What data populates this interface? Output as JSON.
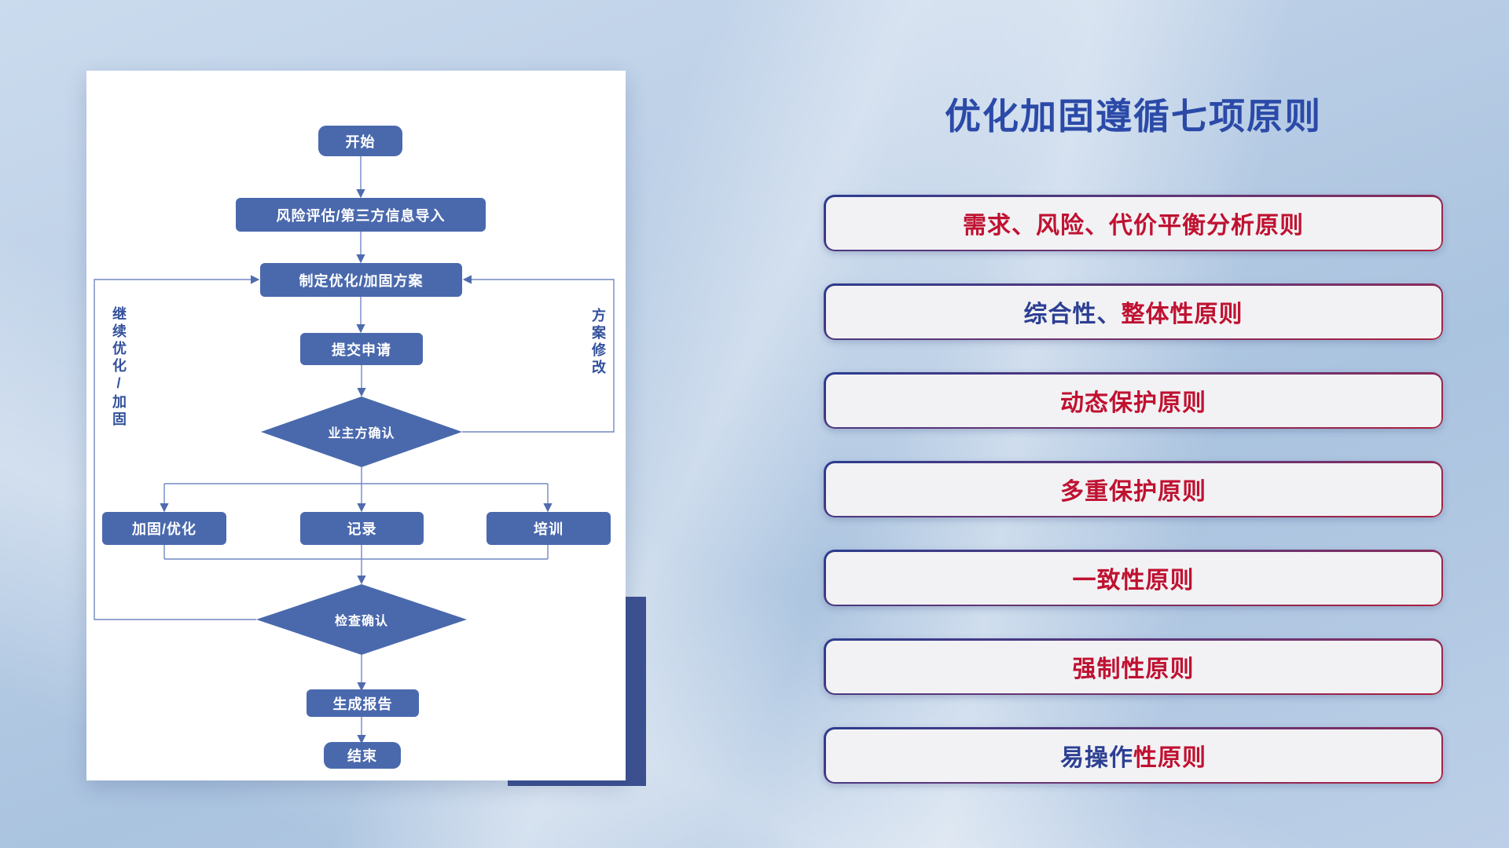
{
  "slide": {
    "title": "优化加固遵循七项原则"
  },
  "flowchart": {
    "start": "开始",
    "risk_import": "风险评估/第三方信息导入",
    "make_plan": "制定优化/加固方案",
    "submit": "提交申请",
    "owner_confirm": "业主方确认",
    "reinforce": "加固/优化",
    "record": "记录",
    "training": "培训",
    "check_confirm": "检查确认",
    "report": "生成报告",
    "end": "结束",
    "loop_left_label": "继续优化/加固",
    "loop_right_label": "方案修改"
  },
  "principles": {
    "p1": {
      "a": "需求、风险、代价平衡分析原则",
      "a_color": "#c01131",
      "b": "",
      "b_color": ""
    },
    "p2": {
      "a": "综合性、",
      "a_color": "#2c3f93",
      "b": "整体性原则",
      "b_color": "#c01131"
    },
    "p3": {
      "a": "动态保护原则",
      "a_color": "#c01131",
      "b": "",
      "b_color": ""
    },
    "p4": {
      "a": "多重保护原则",
      "a_color": "#c01131",
      "b": "",
      "b_color": ""
    },
    "p5": {
      "a": "一致性原则",
      "a_color": "#c01131",
      "b": "",
      "b_color": ""
    },
    "p6": {
      "a": "强制性原则",
      "a_color": "#c01131",
      "b": "",
      "b_color": ""
    },
    "p7": {
      "a": "易操作",
      "a_color": "#2c3f93",
      "b": "性原则",
      "b_color": "#c01131"
    }
  },
  "colors": {
    "node_blue": "#4a69ad",
    "connector_blue": "#7289c4",
    "title_blue": "#2b4aa8",
    "principle_red": "#c01131",
    "principle_blue": "#2c3f93",
    "card_shadow_blue": "#3d5191"
  }
}
